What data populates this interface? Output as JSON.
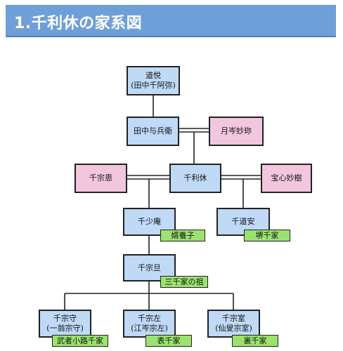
{
  "header": {
    "title": "1.千利休の家系図"
  },
  "colors": {
    "header_bg": "#6f9fd8",
    "male_node": "#bfd9f6",
    "female_node": "#f2c6dd",
    "tag": "#9be36e"
  },
  "nodes": {
    "dokuetsu": {
      "name": "道悦",
      "sub": "(田中千阿弥)"
    },
    "yohei": {
      "name": "田中与兵衛"
    },
    "gesshin": {
      "name": "月岑妙珎"
    },
    "rikyu": {
      "name": "千利休"
    },
    "soon": {
      "name": "千宗恩"
    },
    "hoshin": {
      "name": "宝心妙樹"
    },
    "shoan": {
      "name": "千少庵",
      "tag": "婿養子"
    },
    "doan": {
      "name": "千道安",
      "tag": "堺千家"
    },
    "sotan": {
      "name": "千宗旦",
      "tag": "三千家の祖"
    },
    "soshu": {
      "name": "千宗守",
      "sub": "(一翁宗守)",
      "tag": "武者小路千家"
    },
    "sosa": {
      "name": "千宗左",
      "sub": "(江岑宗左)",
      "tag": "表千家"
    },
    "soshitsu": {
      "name": "千宗室",
      "sub": "(仙叟宗室)",
      "tag": "裏千家"
    }
  }
}
